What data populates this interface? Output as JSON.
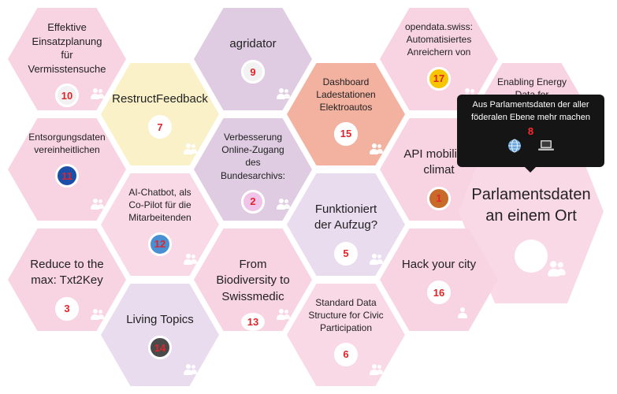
{
  "colors": {
    "pink": "#f8d3e2",
    "pink_light": "#fad9e7",
    "lilac": "#dfcbe2",
    "lilac_light": "#e9dcee",
    "yellow": "#faf1c9",
    "salmon": "#f3b2a0",
    "badge_number": "#e0242b"
  },
  "projects": [
    {
      "title": "Effektive Einsatzplanung für Vermisstensuche",
      "number": "10",
      "icon": "people-icon"
    },
    {
      "title": "agridator",
      "number": "9",
      "icon": "people-icon"
    },
    {
      "title": "opendata.swiss: Automatisiertes Anreichern von",
      "number": "17",
      "icon": "people-icon"
    },
    {
      "title": "RestructFeedback",
      "number": "7",
      "icon": "people-icon"
    },
    {
      "title": "Dashboard Ladestationen Elektroautos",
      "number": "15",
      "icon": "people-icon"
    },
    {
      "title": "Enabling Energy Data for",
      "number": "",
      "icon": "people-icon"
    },
    {
      "title": "Entsorgungsdaten vereinheitlichen",
      "number": "11",
      "icon": "people-icon"
    },
    {
      "title": "Verbesserung Online-Zugang des Bundesarchivs:",
      "number": "2",
      "icon": "people-icon"
    },
    {
      "title": "API mobilité - climat",
      "number": "1",
      "icon": "people-icon"
    },
    {
      "title": "AI-Chatbot, als Co-Pilot für die Mitarbeitenden",
      "number": "12",
      "icon": "people-icon"
    },
    {
      "title": "Funktioniert der Aufzug?",
      "number": "5",
      "icon": "people-icon"
    },
    {
      "title": "Parlamentsdaten an einem Ort",
      "number": "",
      "icon": "people-icon"
    },
    {
      "title": "Reduce to the max: Txt2Key",
      "number": "3",
      "icon": "people-icon"
    },
    {
      "title": "From Biodiversity to Swissmedic",
      "number": "13",
      "icon": "people-icon"
    },
    {
      "title": "Hack your city",
      "number": "16",
      "icon": "person-icon"
    },
    {
      "title": "Living Topics",
      "number": "14",
      "icon": "people-icon"
    },
    {
      "title": "Standard Data Structure for Civic Participation",
      "number": "6",
      "icon": "people-icon"
    }
  ],
  "tooltip": {
    "title": "Aus Parlamentsdaten der aller föderalen Ebene mehr machen",
    "number": "8",
    "icons": [
      "globe-icon",
      "laptop-icon"
    ]
  }
}
